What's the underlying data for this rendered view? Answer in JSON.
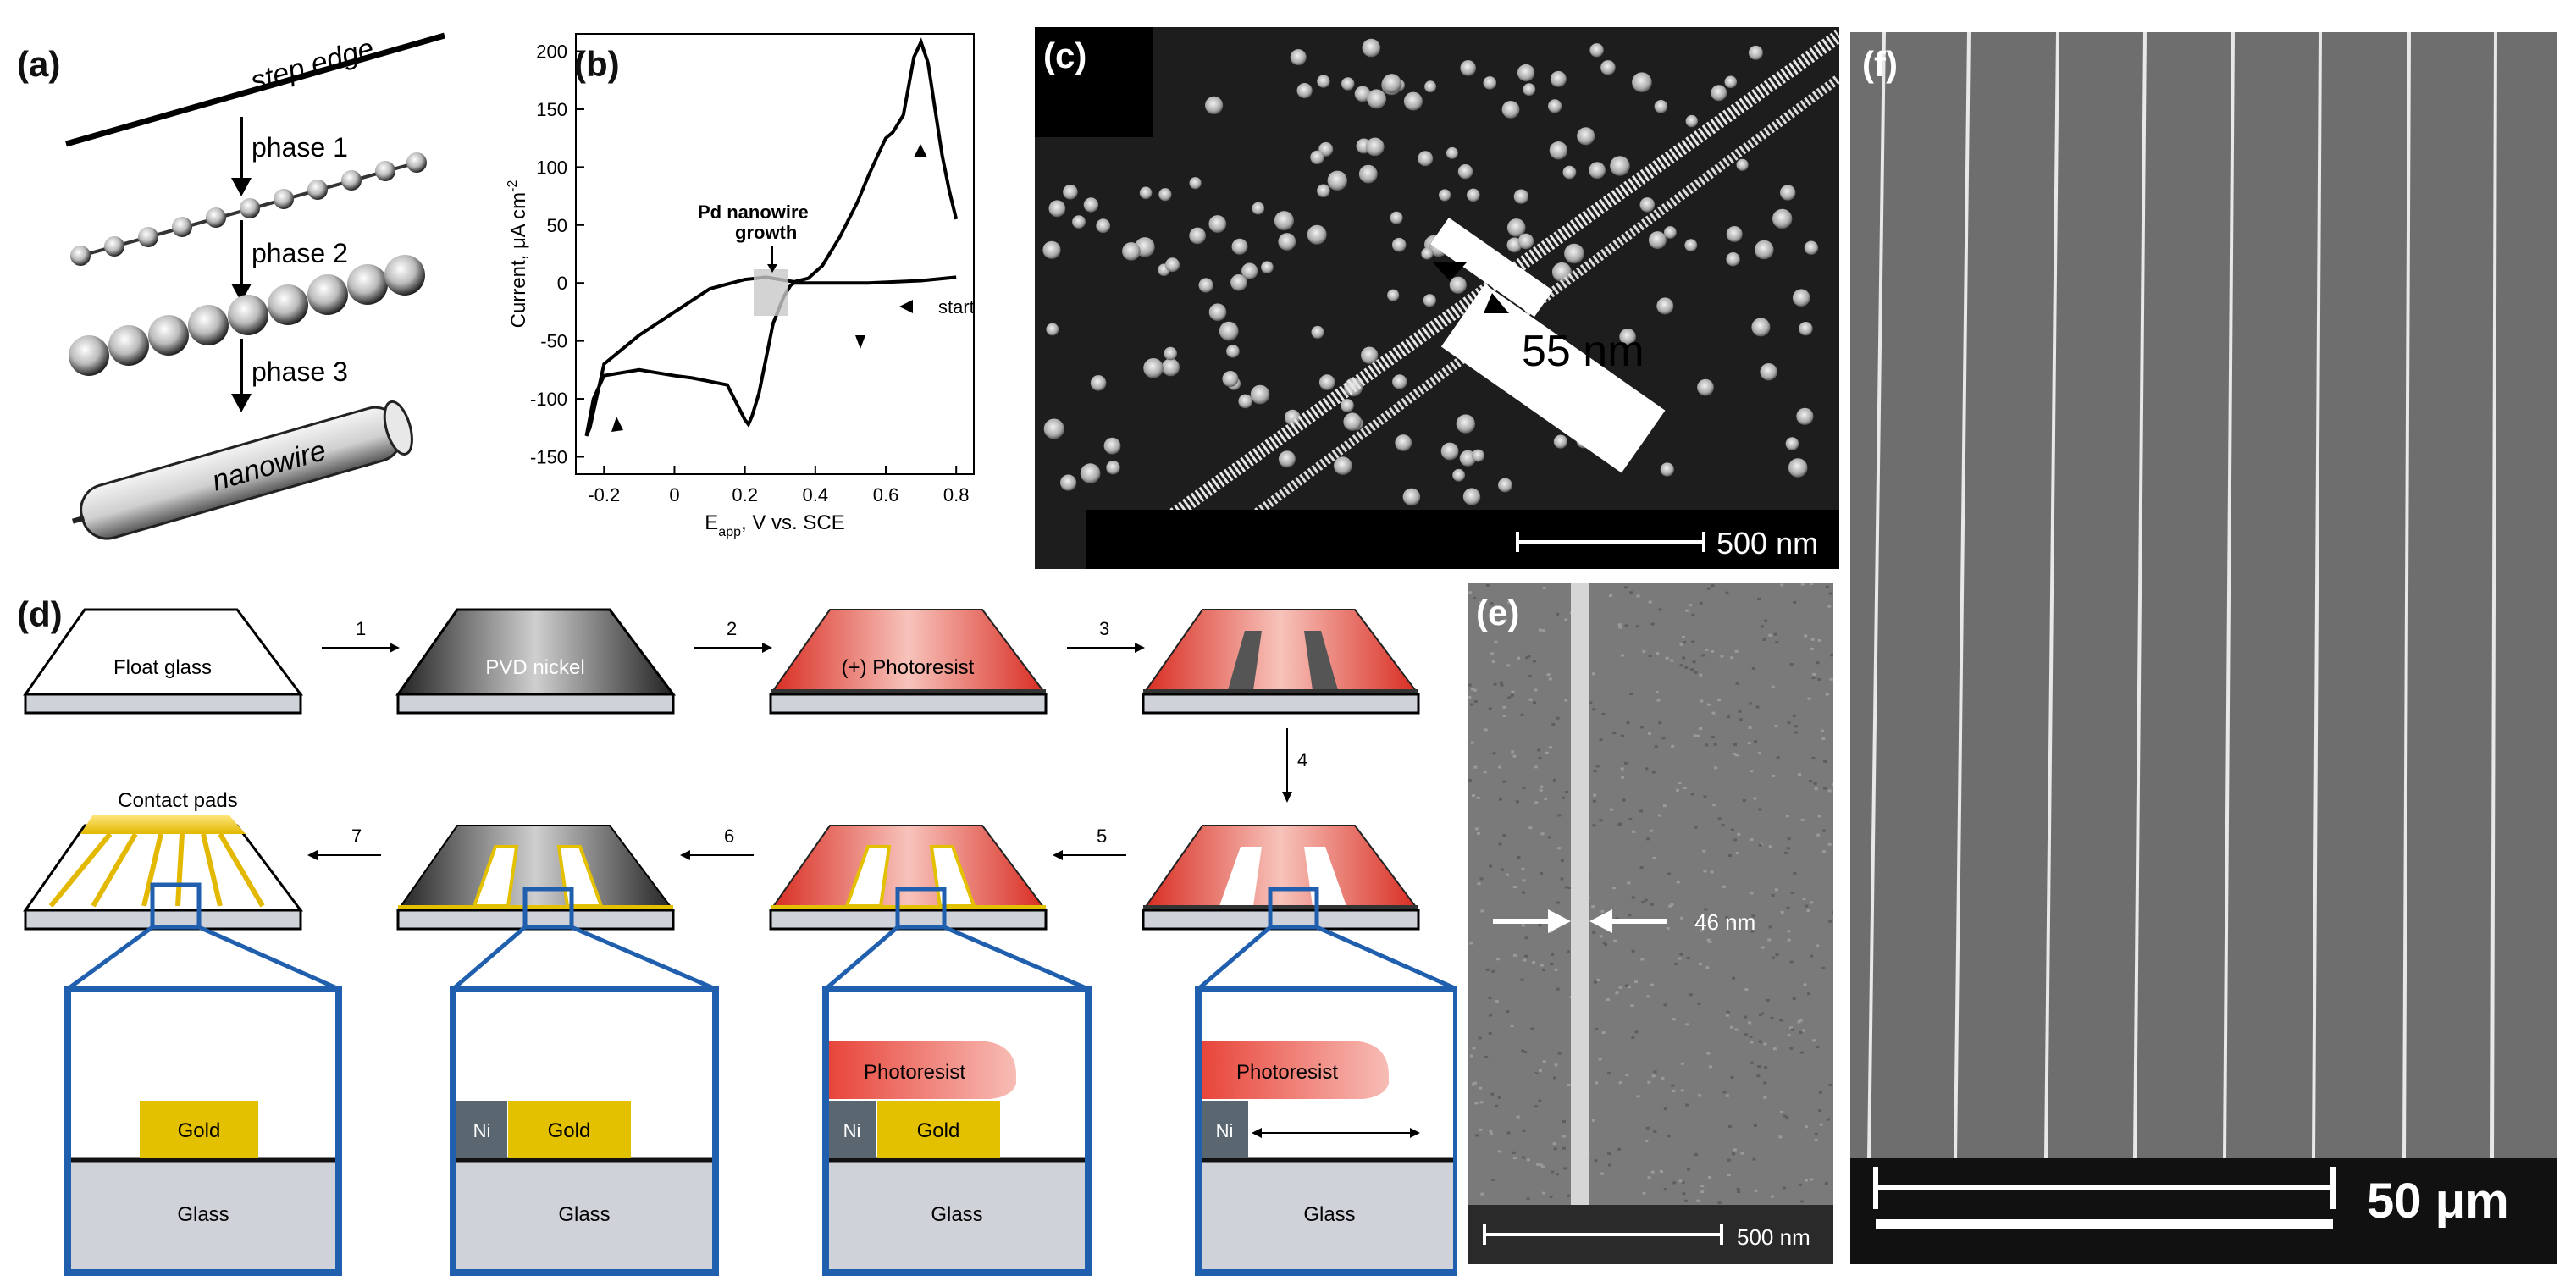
{
  "panel_labels": {
    "a": "(a)",
    "b": "(b)",
    "c": "(c)",
    "d": "(d)",
    "e": "(e)",
    "f": "(f)"
  },
  "panel_a": {
    "top": "step edge",
    "phases": [
      "phase 1",
      "phase 2",
      "phase 3"
    ],
    "bottom": "nanowire"
  },
  "panel_b": {
    "ylabel": "Current, μA cm",
    "ylabel_sup": "-2",
    "xlabel_pre": "E",
    "xlabel_sub": "app",
    "xlabel_post": ", V vs. SCE",
    "annotation_line1": "Pd nanowire",
    "annotation_line2": "growth",
    "start_label": "start",
    "xticks": [
      "-0.2",
      "0",
      "0.2",
      "0.4",
      "0.6",
      "0.8"
    ],
    "yticks": [
      "200",
      "150",
      "100",
      "50",
      "0",
      "-50",
      "-100",
      "-150"
    ]
  },
  "chart_data": {
    "type": "line",
    "xlabel": "E_app, V vs. SCE",
    "ylabel": "Current, μA cm-2",
    "xlim": [
      -0.28,
      0.85
    ],
    "ylim": [
      -165,
      215
    ],
    "x_ticks": [
      -0.2,
      0,
      0.2,
      0.4,
      0.6,
      0.8
    ],
    "y_ticks": [
      -150,
      -100,
      -50,
      0,
      50,
      100,
      150,
      200
    ],
    "series": [
      {
        "x": [
          0.8,
          0.7,
          0.55,
          0.4,
          0.34,
          0.33,
          0.31,
          0.28,
          0.26,
          0.24,
          0.22,
          0.21,
          0.2,
          0.15,
          0.05,
          0.0,
          -0.1,
          -0.2,
          -0.23,
          -0.25,
          -0.24,
          -0.2,
          -0.1,
          0.0,
          0.1,
          0.2,
          0.26,
          0.3,
          0.34,
          0.38,
          0.42,
          0.47,
          0.52,
          0.55,
          0.58,
          0.6,
          0.62,
          0.65,
          0.68,
          0.7,
          0.72,
          0.74,
          0.76,
          0.78,
          0.8
        ],
        "y": [
          5,
          2,
          0,
          0,
          0,
          -2,
          -12,
          -35,
          -65,
          -95,
          -115,
          -122,
          -118,
          -88,
          -82,
          -80,
          -75,
          -80,
          -100,
          -132,
          -125,
          -70,
          -45,
          -25,
          -5,
          3,
          5,
          3,
          1,
          4,
          15,
          40,
          70,
          92,
          112,
          125,
          130,
          145,
          195,
          208,
          190,
          150,
          110,
          80,
          55
        ]
      }
    ]
  },
  "panel_c": {
    "measure": "55 nm",
    "scale": "500 nm"
  },
  "panel_d": {
    "top_labels": [
      "Float glass",
      "PVD nickel",
      "(+) Photoresist"
    ],
    "contact_pads": "Contact pads",
    "steps": [
      "1",
      "2",
      "3",
      "4",
      "5",
      "6",
      "7"
    ],
    "inset1": {
      "gold": "Gold",
      "glass": "Glass"
    },
    "inset2": {
      "ni": "Ni",
      "gold": "Gold",
      "glass": "Glass"
    },
    "inset3": {
      "photoresist": "Photoresist",
      "ni": "Ni",
      "gold": "Gold",
      "glass": "Glass"
    },
    "inset4": {
      "photoresist": "Photoresist",
      "ni": "Ni",
      "glass": "Glass"
    }
  },
  "panel_e": {
    "measure": "46 nm",
    "scale": "500 nm"
  },
  "panel_f": {
    "scale": "50 μm"
  },
  "colors": {
    "blue": "#1f5fae",
    "gold": "#e3c000",
    "red": "#e8453a",
    "glass": "#cfd2d8",
    "ni": "#5a6670"
  }
}
